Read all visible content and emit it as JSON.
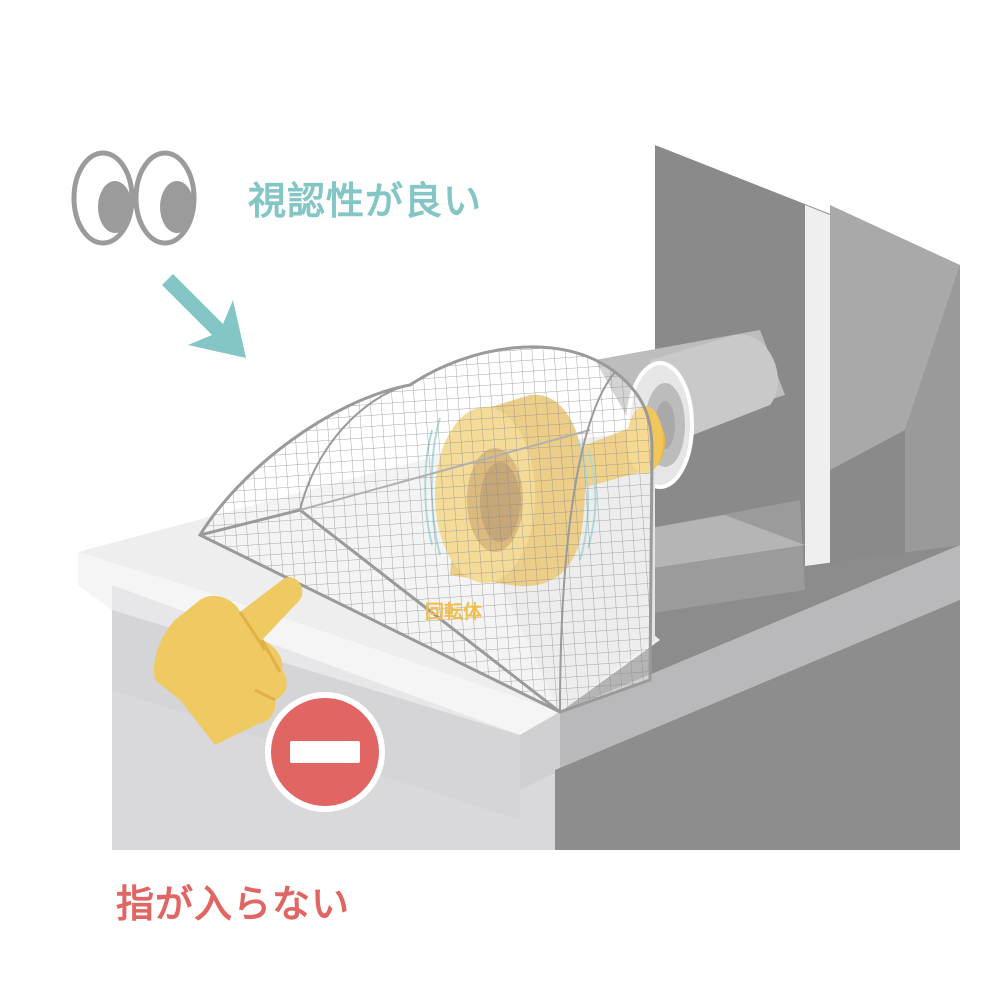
{
  "labels": {
    "visibility": "視認性が良い",
    "rotating_body": "回転体",
    "fingers_blocked": "指が入らない"
  },
  "colors": {
    "teal_accent": "#84c6c6",
    "yellow_part": "#efc961",
    "red_warning": "#e06563",
    "orange_label": "#f2bf4e",
    "gray_dark": "#8a8a8a",
    "gray_mid": "#a9a9a9",
    "gray_light": "#d9d9db",
    "gray_lighter": "#eaeaec"
  },
  "icons": [
    "eyes-icon",
    "arrow-down-right-icon",
    "pointing-hand-icon",
    "no-entry-icon"
  ]
}
